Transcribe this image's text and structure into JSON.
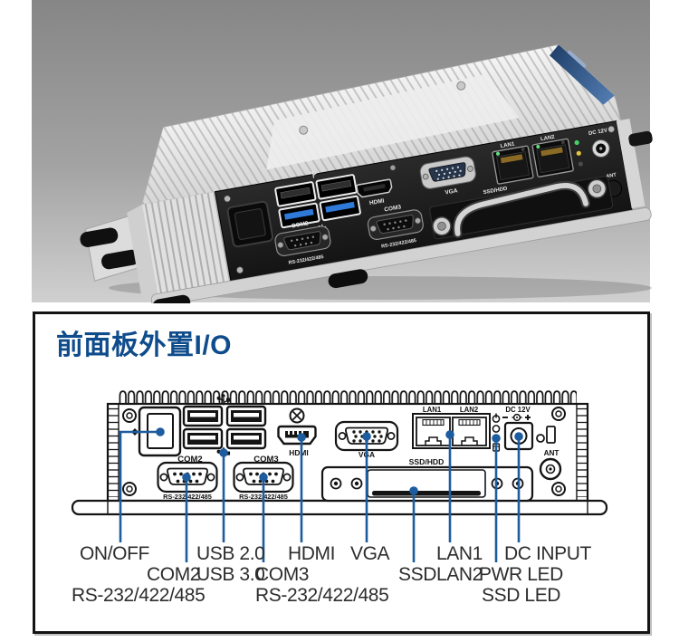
{
  "ports": {
    "com2": "COM2",
    "com3": "COM3",
    "rs": "RS-232/422/485",
    "hdmi": "HDMI",
    "vga": "VGA",
    "ssd_hdd": "SSD/HDD",
    "lan1": "LAN1",
    "lan2": "LAN2",
    "dc12v": "DC 12V",
    "ant": "ANT"
  },
  "diagram": {
    "title": "前面板外置I/O",
    "callouts": {
      "on_off": "ON/OFF",
      "com2": "COM2",
      "rs_left": "RS-232/422/485",
      "usb20": "USB 2.0",
      "usb30": "USB 3.0",
      "com3": "COM3",
      "rs_right": "RS-232/422/485",
      "hdmi": "HDMI",
      "vga": "VGA",
      "ssd": "SSD",
      "lan1": "LAN1",
      "lan2": "LAN2",
      "pwr_led": "PWR LED",
      "ssd_led": "SSD LED",
      "dc_input": "DC INPUT"
    }
  },
  "colors": {
    "title_blue": "#0f4c8c",
    "leader_blue": "#1d5c9e",
    "usb3_blue": "#2f79d8",
    "led_green": "#46d06a",
    "led_amber": "#e6c43c",
    "logo_strip_blue": "#2c4f82",
    "backdrop_top": "#878787",
    "backdrop_bottom": "#d0d0d0",
    "panel_black": "#1c1c1c"
  }
}
